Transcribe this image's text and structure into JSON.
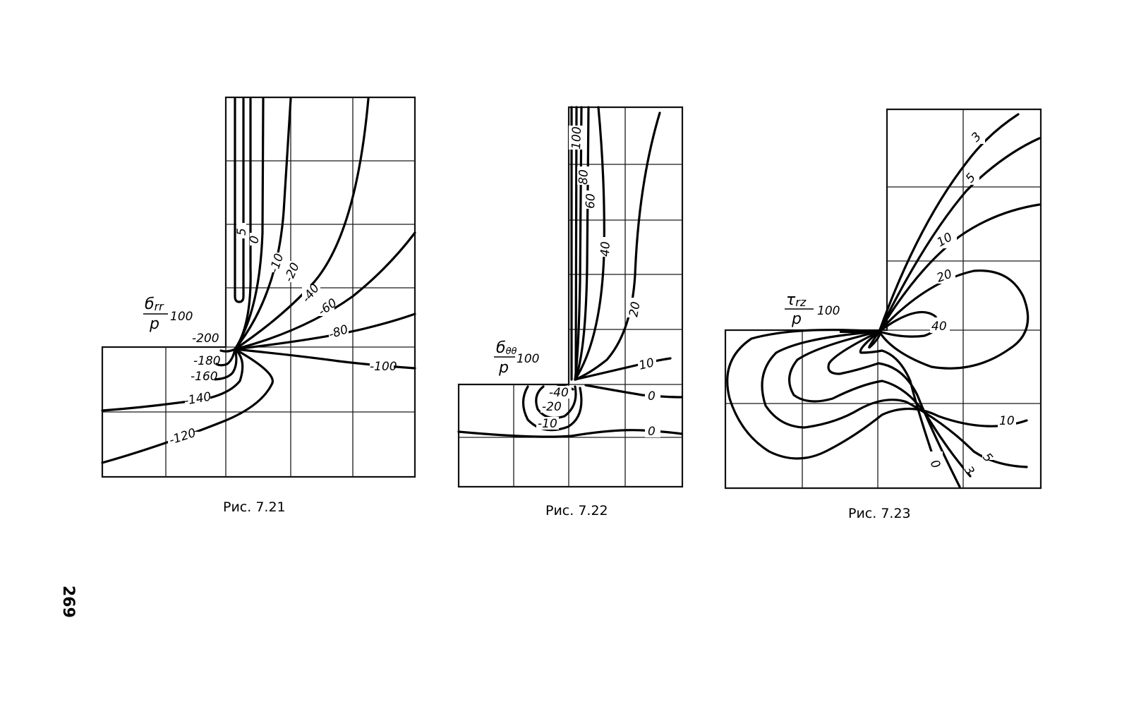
{
  "page_number": "269",
  "figures": [
    {
      "id": "fig-7-21",
      "caption": "Рис. 7.21",
      "quantity_label": {
        "symbol": "б",
        "subscript": "rr",
        "denominator": "p",
        "factor": "100"
      },
      "contour_levels": [
        "5",
        "0",
        "-10",
        "-20",
        "-40",
        "-60",
        "-80",
        "-100",
        "-120",
        "-140",
        "-160",
        "-180",
        "-200"
      ]
    },
    {
      "id": "fig-7-22",
      "caption": "Рис. 7.22",
      "quantity_label": {
        "symbol": "б",
        "subscript": "θθ",
        "denominator": "p",
        "factor": "100"
      },
      "contour_levels": [
        "100",
        "80",
        "60",
        "40",
        "20",
        "10",
        "0",
        "0",
        "-40",
        "-20",
        "-10"
      ]
    },
    {
      "id": "fig-7-23",
      "caption": "Рис. 7.23",
      "quantity_label": {
        "symbol": "τ",
        "subscript": "rz",
        "denominator": "p",
        "factor": "100"
      },
      "contour_levels": [
        "3",
        "5",
        "10",
        "20",
        "40",
        "10",
        "5",
        "3",
        "0"
      ]
    }
  ]
}
